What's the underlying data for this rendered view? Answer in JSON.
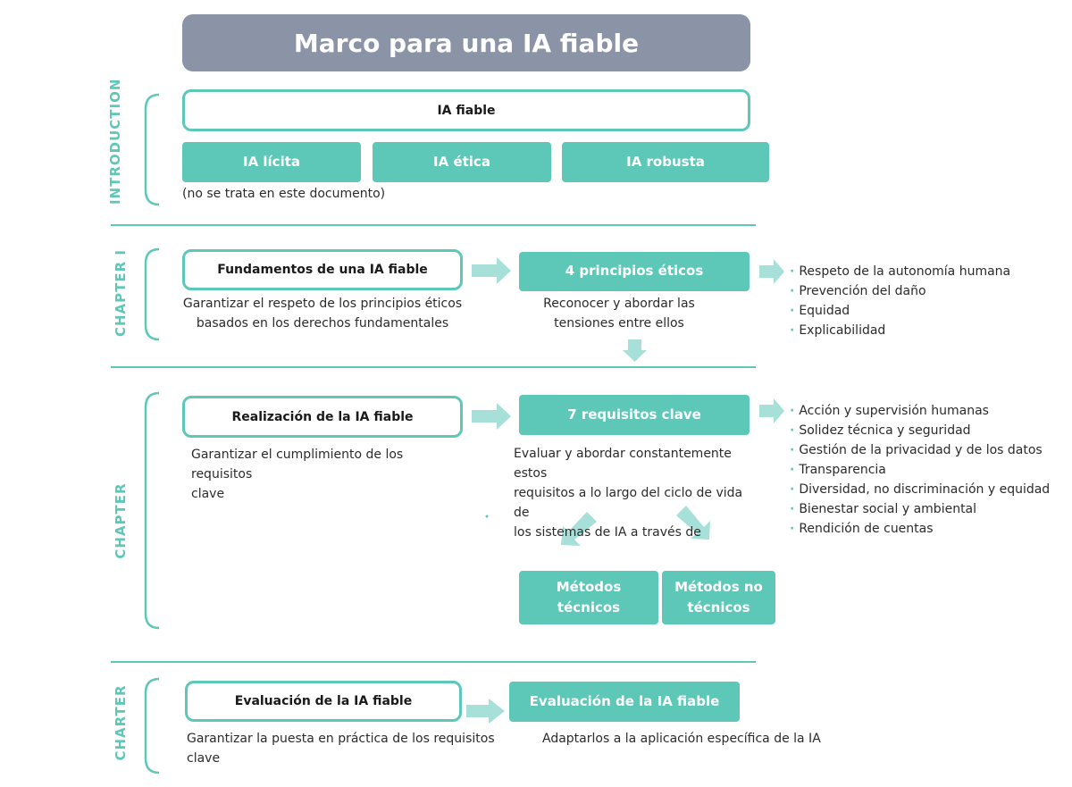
{
  "title": "Marco para una IA fiable",
  "colors": {
    "accent": "#5ec8b8",
    "arrow": "#a7e0d8",
    "title_bg": "#8a94a6"
  },
  "sections": {
    "introduction": "INTRODUCTION",
    "chapter1": "CHAPTER I",
    "chapter2": "CHAPTER",
    "chapter3": "CHARTER"
  },
  "intro": {
    "main_box": "IA fiable",
    "boxes": [
      "IA lícita",
      "IA ética",
      "IA robusta"
    ],
    "note": "(no se trata en este documento)"
  },
  "ch1": {
    "left_box": "Fundamentos de una IA fiable",
    "left_text": [
      "Garantizar el respeto de los principios éticos",
      "basados en los derechos fundamentales"
    ],
    "mid_box": "4 principios éticos",
    "mid_text": [
      "Reconocer y abordar las",
      "tensiones entre ellos"
    ],
    "list": [
      "Respeto de la autonomía humana",
      "Prevención del daño",
      "Equidad",
      "Explicabilidad"
    ]
  },
  "ch2": {
    "left_box": "Realización de la IA fiable",
    "left_text": [
      "Garantizar el cumplimiento de los requisitos",
      "clave"
    ],
    "mid_box": "7 requisitos clave",
    "mid_text": [
      "Evaluar y abordar constantemente estos",
      "requisitos a lo largo del ciclo de vida de",
      "los sistemas de IA a través de"
    ],
    "list": [
      "Acción y supervisión humanas",
      "Solidez técnica y seguridad",
      "Gestión de la privacidad y de los datos",
      "Transparencia",
      "Diversidad, no discriminación y equidad",
      "Bienestar social y ambiental",
      "Rendición de cuentas"
    ],
    "methods": [
      [
        "Métodos",
        "técnicos"
      ],
      [
        "Métodos no",
        "técnicos"
      ]
    ]
  },
  "ch3": {
    "left_box": "Evaluación de la IA fiable",
    "left_text": "Garantizar la puesta en práctica de los requisitos clave",
    "mid_box": "Evaluación de la IA fiable",
    "mid_text": "Adaptarlos a la aplicación específica de la IA"
  }
}
